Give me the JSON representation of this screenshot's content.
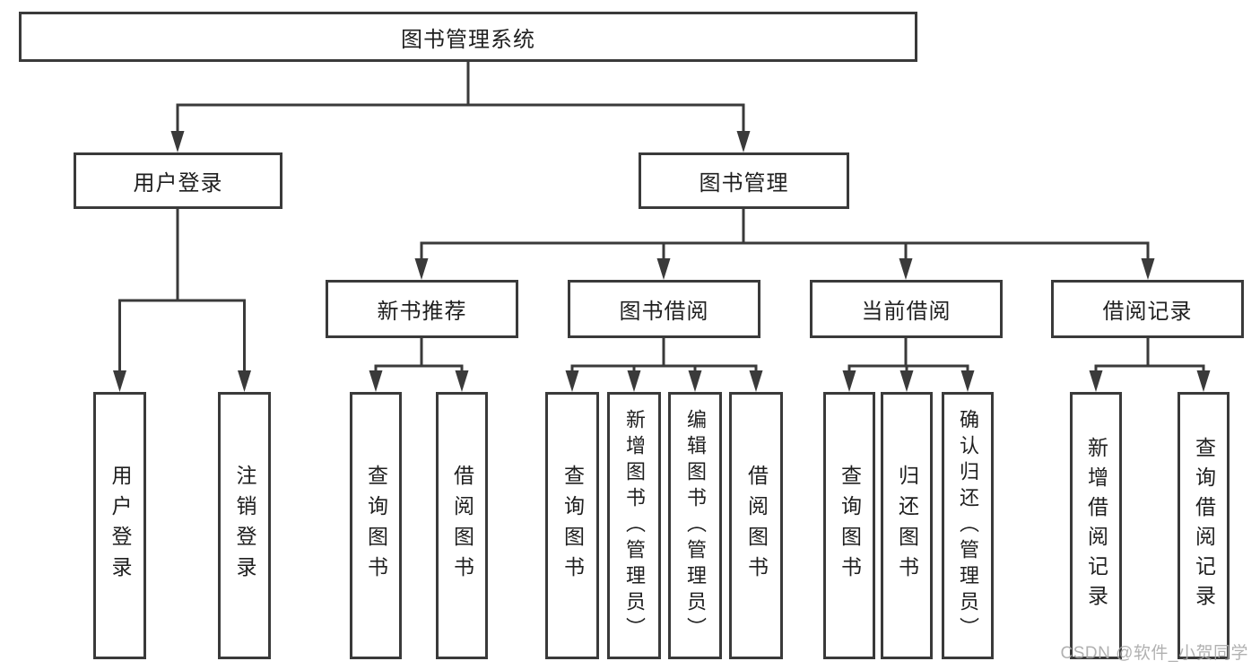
{
  "diagram": {
    "root": "图书管理系统",
    "branches": [
      {
        "label": "用户登录",
        "children": [
          "用户登录",
          "注销登录"
        ]
      },
      {
        "label": "图书管理",
        "sections": [
          {
            "label": "新书推荐",
            "children": [
              "查询图书",
              "借阅图书"
            ]
          },
          {
            "label": "图书借阅",
            "children": [
              "查询图书",
              "新增图书（管理员）",
              "编辑图书（管理员）",
              "借阅图书"
            ]
          },
          {
            "label": "当前借阅",
            "children": [
              "查询图书",
              "归还图书",
              "确认归还（管理员）"
            ]
          },
          {
            "label": "借阅记录",
            "children": [
              "新增借阅记录",
              "查询借阅记录"
            ]
          }
        ]
      }
    ]
  },
  "watermark": {
    "text": "CSDN @软件_小贺同学"
  },
  "colors": {
    "line": "#3a3a3a",
    "text": "#1f1f1f",
    "watermark": "#a9a9a9",
    "background": "#ffffff"
  }
}
